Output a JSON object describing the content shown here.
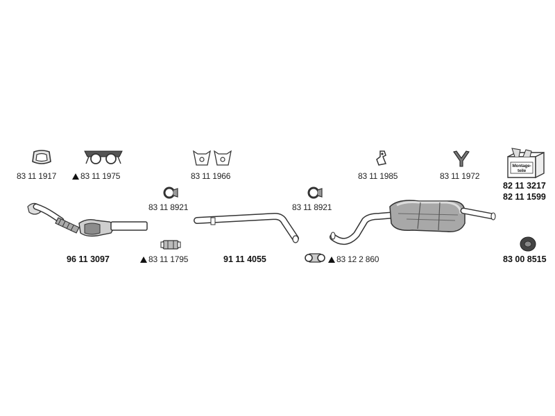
{
  "parts": {
    "gasket_1917": "83 11 1917",
    "gasket_1975": "83 11 1975",
    "hanger_1966": "83 11 1966",
    "hanger_1985": "83 11 1985",
    "hanger_1972": "83 11 1972",
    "mounting_kit_3217": "82 11 3217",
    "mounting_kit_1599": "82 11 1599",
    "mounting_kit_text": "Montage-teile",
    "clamp_8921_a": "83 11 8921",
    "clamp_8921_b": "83 11 8921",
    "catalyst_3097": "96 11 3097",
    "connector_1795": "83 11 1795",
    "middle_pipe_4055": "91 11 4055",
    "clamp_2860": "83 12 2 860",
    "rubber_8515": "83 00 8515"
  },
  "colors": {
    "line": "#333333",
    "fill_light": "#d9d9d9",
    "fill_mid": "#9a9a9a",
    "fill_dark": "#555555",
    "text": "#222222"
  },
  "icons": {
    "warning": "black-triangle-icon"
  }
}
